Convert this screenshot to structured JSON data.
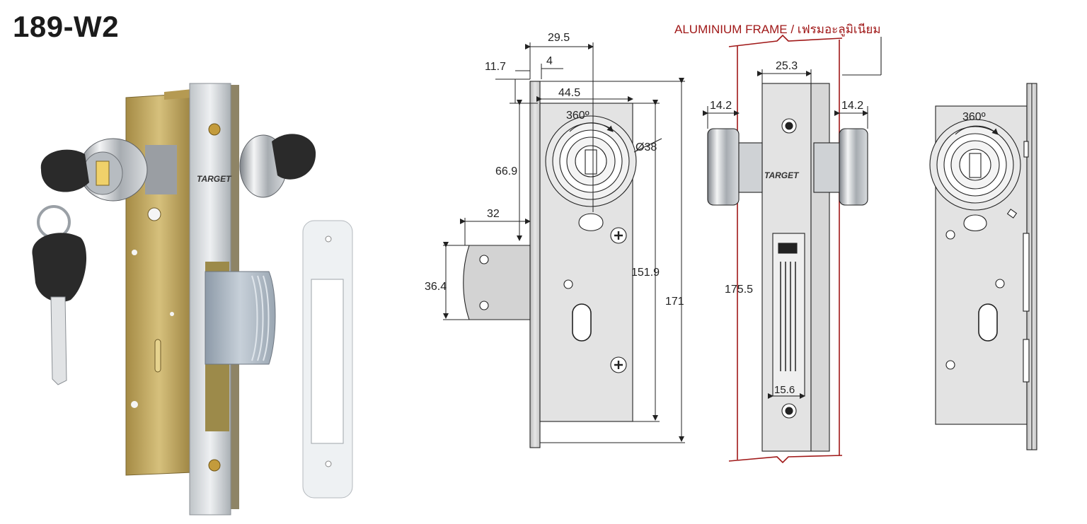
{
  "model": "189-W2",
  "frame_label": "ALUMINIUM FRAME / เฟรมอะลูมิเนียม",
  "brand": "TARGET",
  "colors": {
    "frame_line": "#a01818",
    "plate_fill": "#d9d9d9",
    "case_fill": "#e3e3e3",
    "outline": "#222222",
    "key_black": "#2a2a2a",
    "brass": "#c2a85a"
  },
  "dimensions": {
    "side_view": {
      "width_top": "29.5",
      "offset": "4",
      "faceplate": "11.7",
      "case_width": "44.5",
      "cylinder_height": "66.9",
      "rotation": "360º",
      "cylinder_dia": "Ø38",
      "bolt_throw": "32",
      "bolt_height": "36.4",
      "case_height": "151.9",
      "total_height": "171"
    },
    "front_view": {
      "faceplate_width": "25.3",
      "left_knob": "14.2",
      "right_knob": "14.2",
      "frame_height": "175.5",
      "strike_width": "15.6"
    },
    "back_view": {
      "rotation": "360º"
    }
  }
}
